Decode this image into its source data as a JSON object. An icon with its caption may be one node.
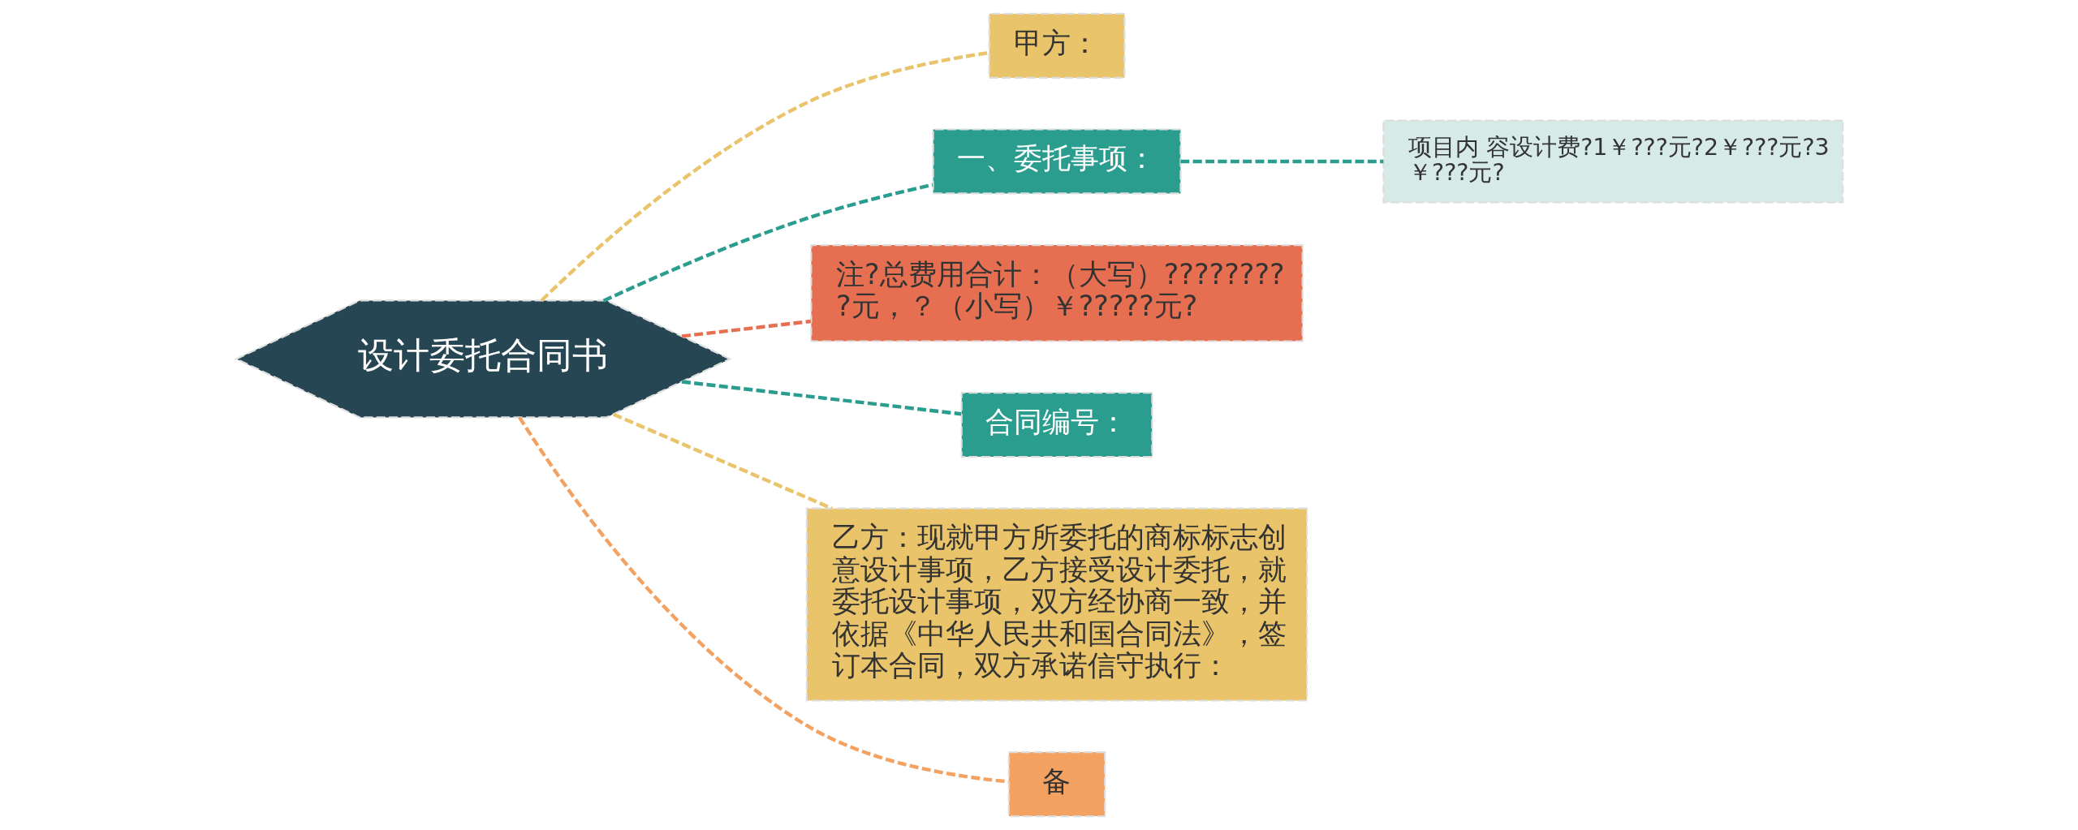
{
  "diagram": {
    "nodes": [
      {
        "text": [
          "设计委托合同书"
        ]
      },
      {
        "text": [
          "甲方："
        ]
      },
      {
        "text": [
          "一、委托事项："
        ]
      },
      {
        "text": [
          "项目内 容设计费?1￥???元?2￥???元?3￥???元?"
        ]
      },
      {
        "text": [
          "注?总费用合计：（大写）?????????元，？（小写）￥?????元?"
        ]
      },
      {
        "text": [
          "合同编号："
        ]
      },
      {
        "text": [
          "乙方：现就甲方所委托的商标标志创意设计事项，乙方接受设计委托，就委托设计事项，双方经协商一致，并依据《中华人民共和国合同法》，签订本合同，双方承诺信守执行："
        ]
      },
      {
        "text": [
          "备"
        ]
      }
    ],
    "edges": [
      {
        "from": 0,
        "to": 1,
        "arrow": "none",
        "style": "dashed",
        "color": "#e9c46a"
      },
      {
        "from": 0,
        "to": 2,
        "arrow": "none",
        "style": "dashed",
        "color": "#2a9d8f"
      },
      {
        "from": 2,
        "to": 3,
        "arrow": "none",
        "style": "dashed",
        "color": "#2a9d8f"
      },
      {
        "from": 0,
        "to": 4,
        "arrow": "none",
        "style": "dashed",
        "color": "#e76f51"
      },
      {
        "from": 0,
        "to": 5,
        "arrow": "none",
        "style": "dashed",
        "color": "#2a9d8f"
      },
      {
        "from": 0,
        "to": 6,
        "arrow": "none",
        "style": "dashed",
        "color": "#e9c46a"
      },
      {
        "from": 0,
        "to": 7,
        "arrow": "none",
        "style": "dashed",
        "color": "#f4a261"
      }
    ]
  }
}
